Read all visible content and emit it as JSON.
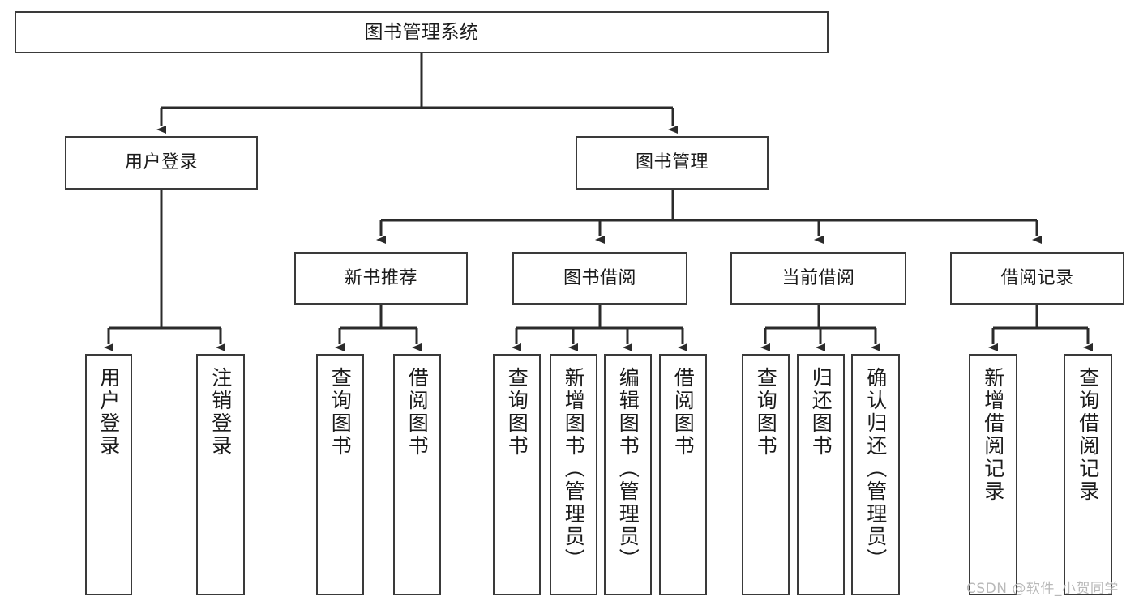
{
  "diagram": {
    "type": "tree",
    "title": "图书管理系统",
    "root": {
      "id": "root",
      "label": "图书管理系统"
    },
    "level2": [
      {
        "id": "user-login",
        "label": "用户登录"
      },
      {
        "id": "book-manage",
        "label": "图书管理"
      }
    ],
    "level3": [
      {
        "id": "new-book-rec",
        "label": "新书推荐"
      },
      {
        "id": "book-borrow",
        "label": "图书借阅"
      },
      {
        "id": "current-borrow",
        "label": "当前借阅"
      },
      {
        "id": "borrow-record",
        "label": "借阅记录"
      }
    ],
    "leaves": {
      "user_login": [
        {
          "id": "leaf-user-login",
          "label": "用户登录"
        },
        {
          "id": "leaf-logout-login",
          "label": "注销登录"
        }
      ],
      "new_book_rec": [
        {
          "id": "leaf-query-book-1",
          "label": "查询图书"
        },
        {
          "id": "leaf-borrow-book-1",
          "label": "借阅图书"
        }
      ],
      "book_borrow": [
        {
          "id": "leaf-query-book-2",
          "label": "查询图书"
        },
        {
          "id": "leaf-add-book",
          "label": "新增图书（管理员）"
        },
        {
          "id": "leaf-edit-book",
          "label": "编辑图书（管理员）"
        },
        {
          "id": "leaf-borrow-book-2",
          "label": "借阅图书"
        }
      ],
      "current_borrow": [
        {
          "id": "leaf-query-book-3",
          "label": "查询图书"
        },
        {
          "id": "leaf-return-book",
          "label": "归还图书"
        },
        {
          "id": "leaf-confirm-return",
          "label": "确认归还（管理员）"
        }
      ],
      "borrow_record": [
        {
          "id": "leaf-add-record",
          "label": "新增借阅记录"
        },
        {
          "id": "leaf-query-record",
          "label": "查询借阅记录"
        }
      ]
    }
  },
  "watermark": {
    "text": "CSDN @软件_小贺同学"
  },
  "colors": {
    "background": "#ffffff",
    "box_border": "#3a3a3a",
    "box_fill": "#ffffff",
    "text": "#1b1b1b",
    "connector": "#2b2b2b",
    "watermark": "#b9b9b9"
  }
}
